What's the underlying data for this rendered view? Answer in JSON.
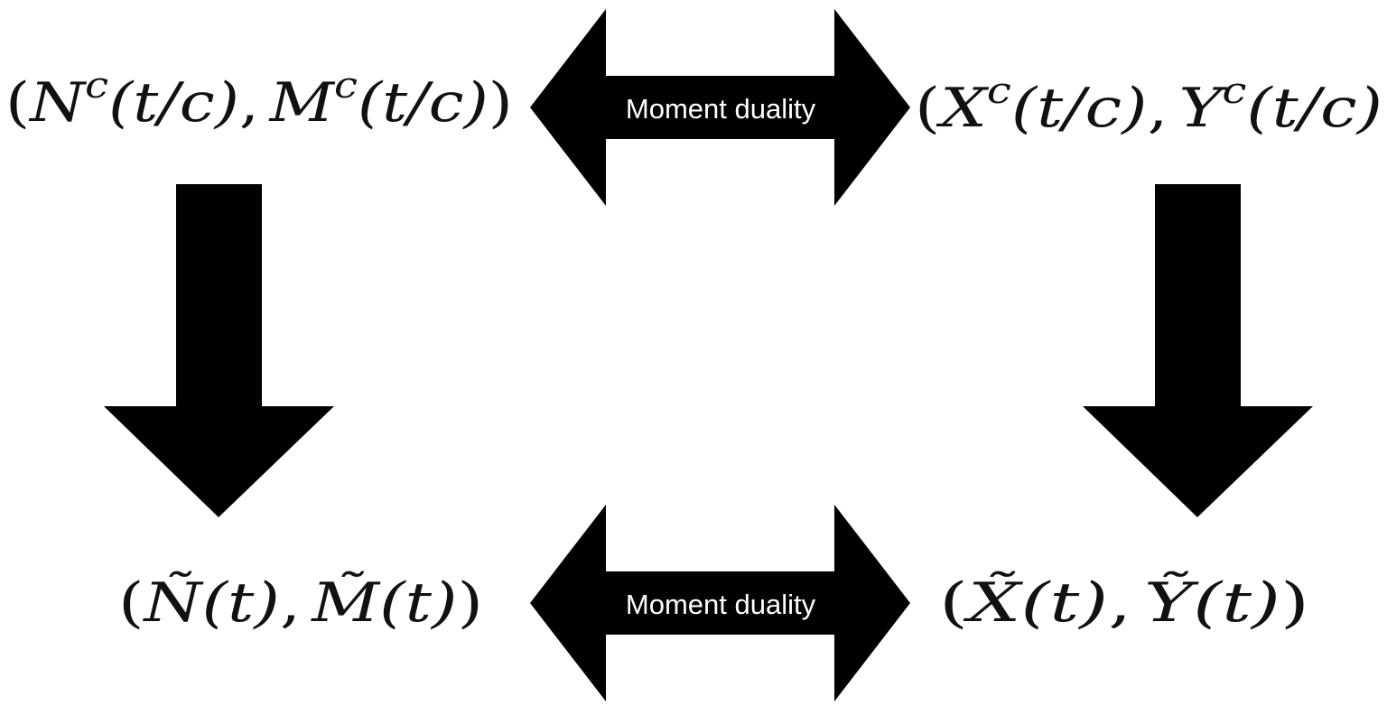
{
  "colors": {
    "arrow_fill": "#000000",
    "label_text": "#ffffff",
    "math_text": "#111111",
    "background": "#ffffff"
  },
  "top_arrow": {
    "label": "Moment duality"
  },
  "bottom_arrow": {
    "label": "Moment duality"
  },
  "formulas": {
    "top_left": {
      "open": "(",
      "n": "N",
      "n_sup": "c",
      "n_arg": "(t/c)",
      "comma": ",",
      "m": "M",
      "m_sup": "c",
      "m_arg": "(t/c)",
      "close": ")"
    },
    "top_right": {
      "open": "(",
      "x": "X",
      "x_sup": "c",
      "x_arg": "(t/c)",
      "comma": ",",
      "y": "Y",
      "y_sup": "c",
      "y_arg": "(t/c)"
    },
    "bottom_left": {
      "open": "(",
      "n": "Ñ",
      "n_arg": "(t)",
      "comma": ",",
      "m": "M̃",
      "m_arg": "(t)",
      "close": ")"
    },
    "bottom_right": {
      "open": "(",
      "x": "X̃",
      "x_arg": "(t)",
      "comma": ",",
      "y": "Ỹ",
      "y_arg": "(t)",
      "close": ")"
    }
  }
}
